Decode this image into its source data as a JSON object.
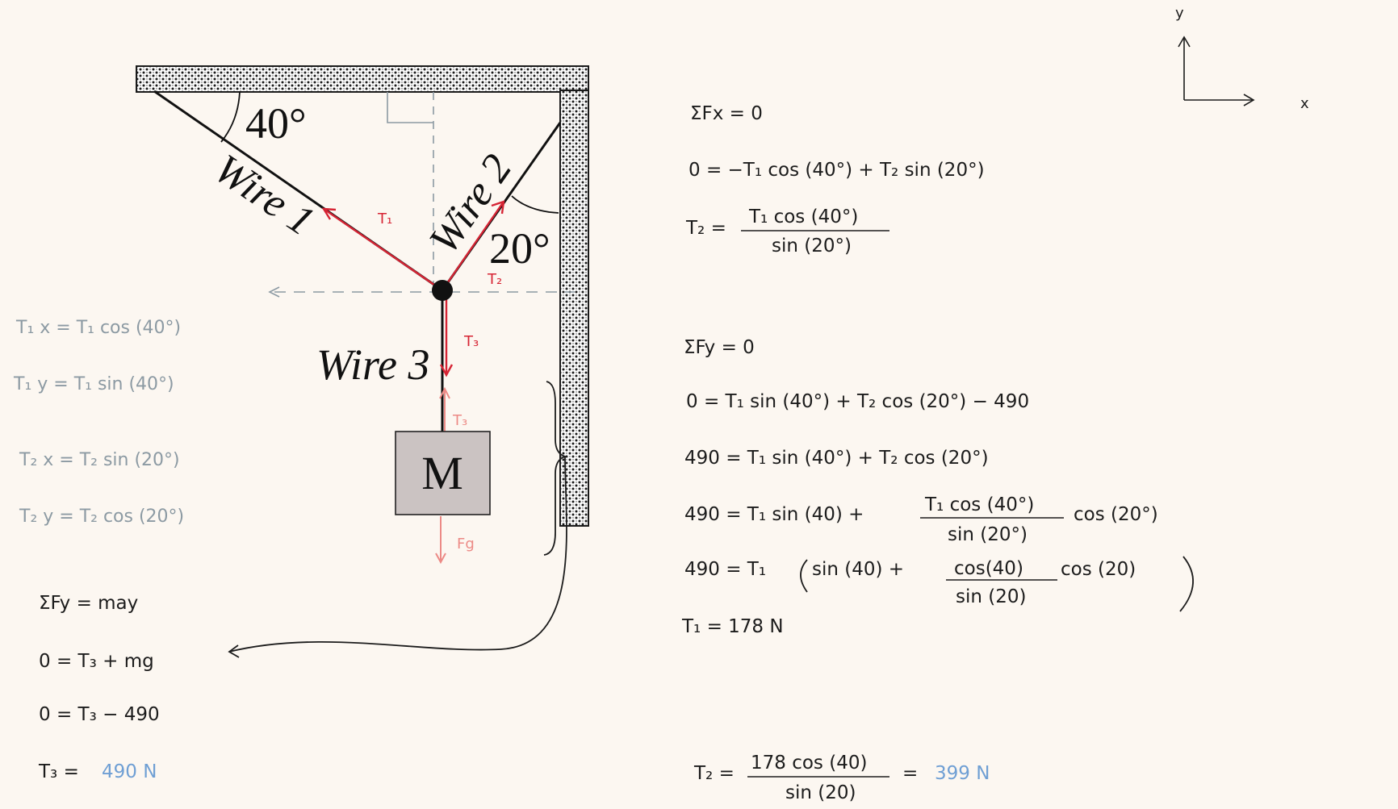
{
  "axes": {
    "y_label": "y",
    "x_label": "x"
  },
  "diagram": {
    "angle1": "40°",
    "angle2": "20°",
    "wire1": "Wire 1",
    "wire2": "Wire 2",
    "wire3": "Wire 3",
    "mass": "M",
    "t1_vec": "T₁",
    "t2_vec": "T₂",
    "t3_up": "T₃",
    "t3_down": "T₃",
    "fg": "Fg"
  },
  "components": [
    "T₁ x = T₁ cos (40°)",
    "T₁ y = T₁ sin (40°)",
    "T₂ x = T₂ sin (20°)",
    "T₂ y = T₂ cos (20°)"
  ],
  "block_eqs": [
    "ΣFy = may",
    "0 = T₃ + mg",
    "0 = T₃ − 490"
  ],
  "t3_result": {
    "lhs": "T₃ =",
    "value": "490 N"
  },
  "x_eqs": {
    "sum": "ΣFx = 0",
    "eq1": "0 = −T₁ cos (40°) + T₂ sin (20°)",
    "t2_lhs": "T₂ =",
    "t2_num": "T₁ cos (40°)",
    "t2_den": "sin (20°)"
  },
  "y_eqs": {
    "sum": "ΣFy = 0",
    "eq1": "0 = T₁ sin (40°) + T₂ cos (20°) − 490",
    "eq2": "490 = T₁ sin (40°) + T₂ cos (20°)",
    "eq3_left": "490 = T₁ sin (40) +",
    "eq3_num": "T₁ cos (40°)",
    "eq3_den": "sin (20°)",
    "eq3_right": "cos (20°)",
    "eq4_left": "490 = T₁",
    "eq4_a": "sin (40) +",
    "eq4_num": "cos(40)",
    "eq4_den": "sin (20)",
    "eq4_right": "cos (20)",
    "t1_result": "T₁ = 178 N"
  },
  "t2_final": {
    "lhs": "T₂ =",
    "num": "178 cos (40)",
    "den": "sin (20)",
    "eq": "=",
    "value": "399 N"
  },
  "colors": {
    "ink": "#1c1c1c",
    "gray_ink": "#8c9aa3",
    "red": "#d62434",
    "pink": "#ec8a86",
    "blue": "#6f9fd4",
    "block_fill": "#cbc3c2"
  }
}
